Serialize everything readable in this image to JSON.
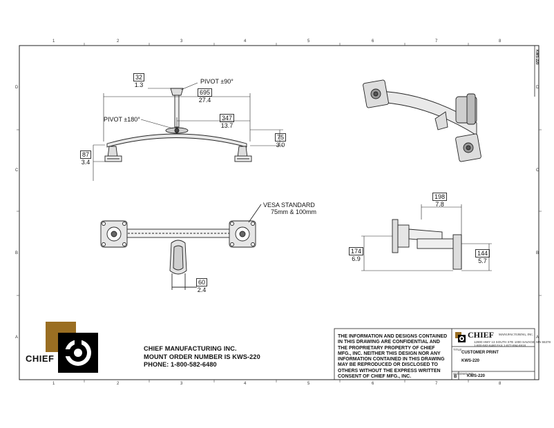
{
  "zones": {
    "columns": [
      "1",
      "2",
      "3",
      "4",
      "5",
      "6",
      "7",
      "8"
    ],
    "rows": [
      "D",
      "C",
      "B",
      "A"
    ]
  },
  "dimensions": {
    "offset_32": {
      "mm": "32",
      "in": "1.3"
    },
    "reach_695": {
      "mm": "695",
      "in": "27.4"
    },
    "reach_347": {
      "mm": "347",
      "in": "13.7"
    },
    "drop_75": {
      "mm": "75",
      "in": "3.0"
    },
    "height_87": {
      "mm": "87",
      "in": "3.4"
    },
    "width_60": {
      "mm": "60",
      "in": "2.4"
    },
    "depth_198": {
      "mm": "198",
      "in": "7.8"
    },
    "height_174": {
      "mm": "174",
      "in": "6.9"
    },
    "height_144": {
      "mm": "144",
      "in": "5.7"
    }
  },
  "callouts": {
    "pivot_90": "PIVOT ±90°",
    "pivot_180": "PIVOT ±180°",
    "vesa_line1": "VESA STANDARD",
    "vesa_line2": "75mm & 100mm"
  },
  "logo": {
    "text": "CHIEF"
  },
  "company_block": {
    "line1": "CHIEF MANUFACTURING INC.",
    "line2": "MOUNT ORDER NUMBER IS KWS-220",
    "line3": "PHONE: 1-800-582-6480"
  },
  "disclaimer": "THE INFORMATION AND DESIGNS CONTAINED IN THIS DRAWING ARE CONFIDENTIAL AND THE PROPRIETARY PROPERTY OF CHIEF MFG., INC. NEITHER THIS DESIGN NOR ANY INFORMATION CONTAINED IN THIS DRAWING MAY BE REPRODUCED OR DISCLOSED TO OTHERS WITHOUT THE EXPRESS WRITTEN CONSENT OF CHIEF MFG., INC.",
  "title_block": {
    "brand": "CHIEF",
    "brand_sub": "MANUFACTURING, INC.",
    "address": "12900 HWY 13 SOUTH STE 1000 SAVAGE, MN 55378",
    "phone": "1-800-582-6480 FAX 1-877-894-6918",
    "title_label": "TITLE:",
    "title_line1": "CUSTOMER PRINT",
    "title_line2": "KWS-220",
    "size_label": "SIZE",
    "size_value": "B",
    "dwg_label": "DWG NO.",
    "dwg_value": "KWS-220",
    "vertical_label": "KWS-220"
  },
  "colors": {
    "logo_gold": "#9a6e22",
    "line": "#222222"
  }
}
